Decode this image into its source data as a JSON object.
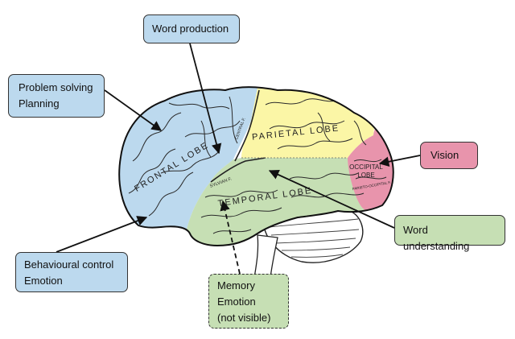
{
  "colors": {
    "frontal": "#bcd9ee",
    "parietal": "#fbf6a6",
    "occipital": "#e894ac",
    "temporal": "#c6dfb4",
    "label_blue": "#bcd9ee",
    "label_pink": "#e894ac",
    "label_green": "#c6dfb4",
    "outline": "#222222"
  },
  "callouts": {
    "word_production": "Word production",
    "problem_solving": [
      "Problem solving",
      "Planning"
    ],
    "vision": "Vision",
    "word_understanding": "Word understanding",
    "behavioural": [
      "Behavioural control",
      "Emotion"
    ],
    "memory": [
      "Memory",
      "Emotion",
      "(not visible)"
    ]
  },
  "brain_labels": {
    "frontal": "FRONTAL LOBE",
    "parietal": "PARIETAL LOBE",
    "temporal": "TEMPORAL LOBE",
    "occipital": [
      "OCCIPITAL",
      "LOBE"
    ],
    "sylvian": "SYLVIAN F.",
    "central": "CENTRAL F.",
    "parieto_occipital": "PARIETO-OCCIPITAL F."
  }
}
